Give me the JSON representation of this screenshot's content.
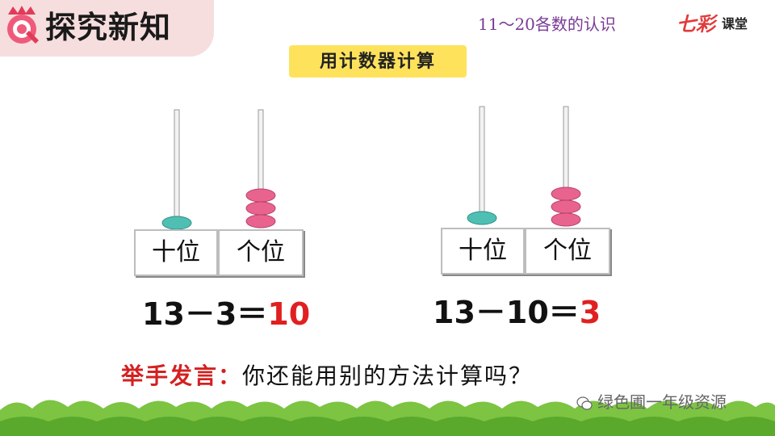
{
  "header": {
    "section_title": "探究新知",
    "lesson_title": "11～20各数的认识",
    "brand": "七彩课堂",
    "brand_first": "七彩",
    "brand_second": "课堂"
  },
  "subtitle": "用计数器计算",
  "abacus_left": {
    "tens_label": "十位",
    "ones_label": "个位",
    "tens_beads": 1,
    "ones_beads": 3
  },
  "abacus_right": {
    "tens_label": "十位",
    "ones_label": "个位",
    "tens_beads": 1,
    "ones_beads": 3
  },
  "equation_left": {
    "expr": "13－3＝",
    "answer": "10"
  },
  "equation_right": {
    "expr": "13－10＝",
    "answer": "3"
  },
  "question": {
    "prompt": "举手发言：",
    "text": "你还能用别的方法计算吗？"
  },
  "watermark": "绿色圃一年级资源",
  "colors": {
    "tens_bead": "#4fbfb3",
    "ones_bead": "#e8648f",
    "subtitle_bg": "#ffe25c",
    "answer": "#e02020"
  }
}
